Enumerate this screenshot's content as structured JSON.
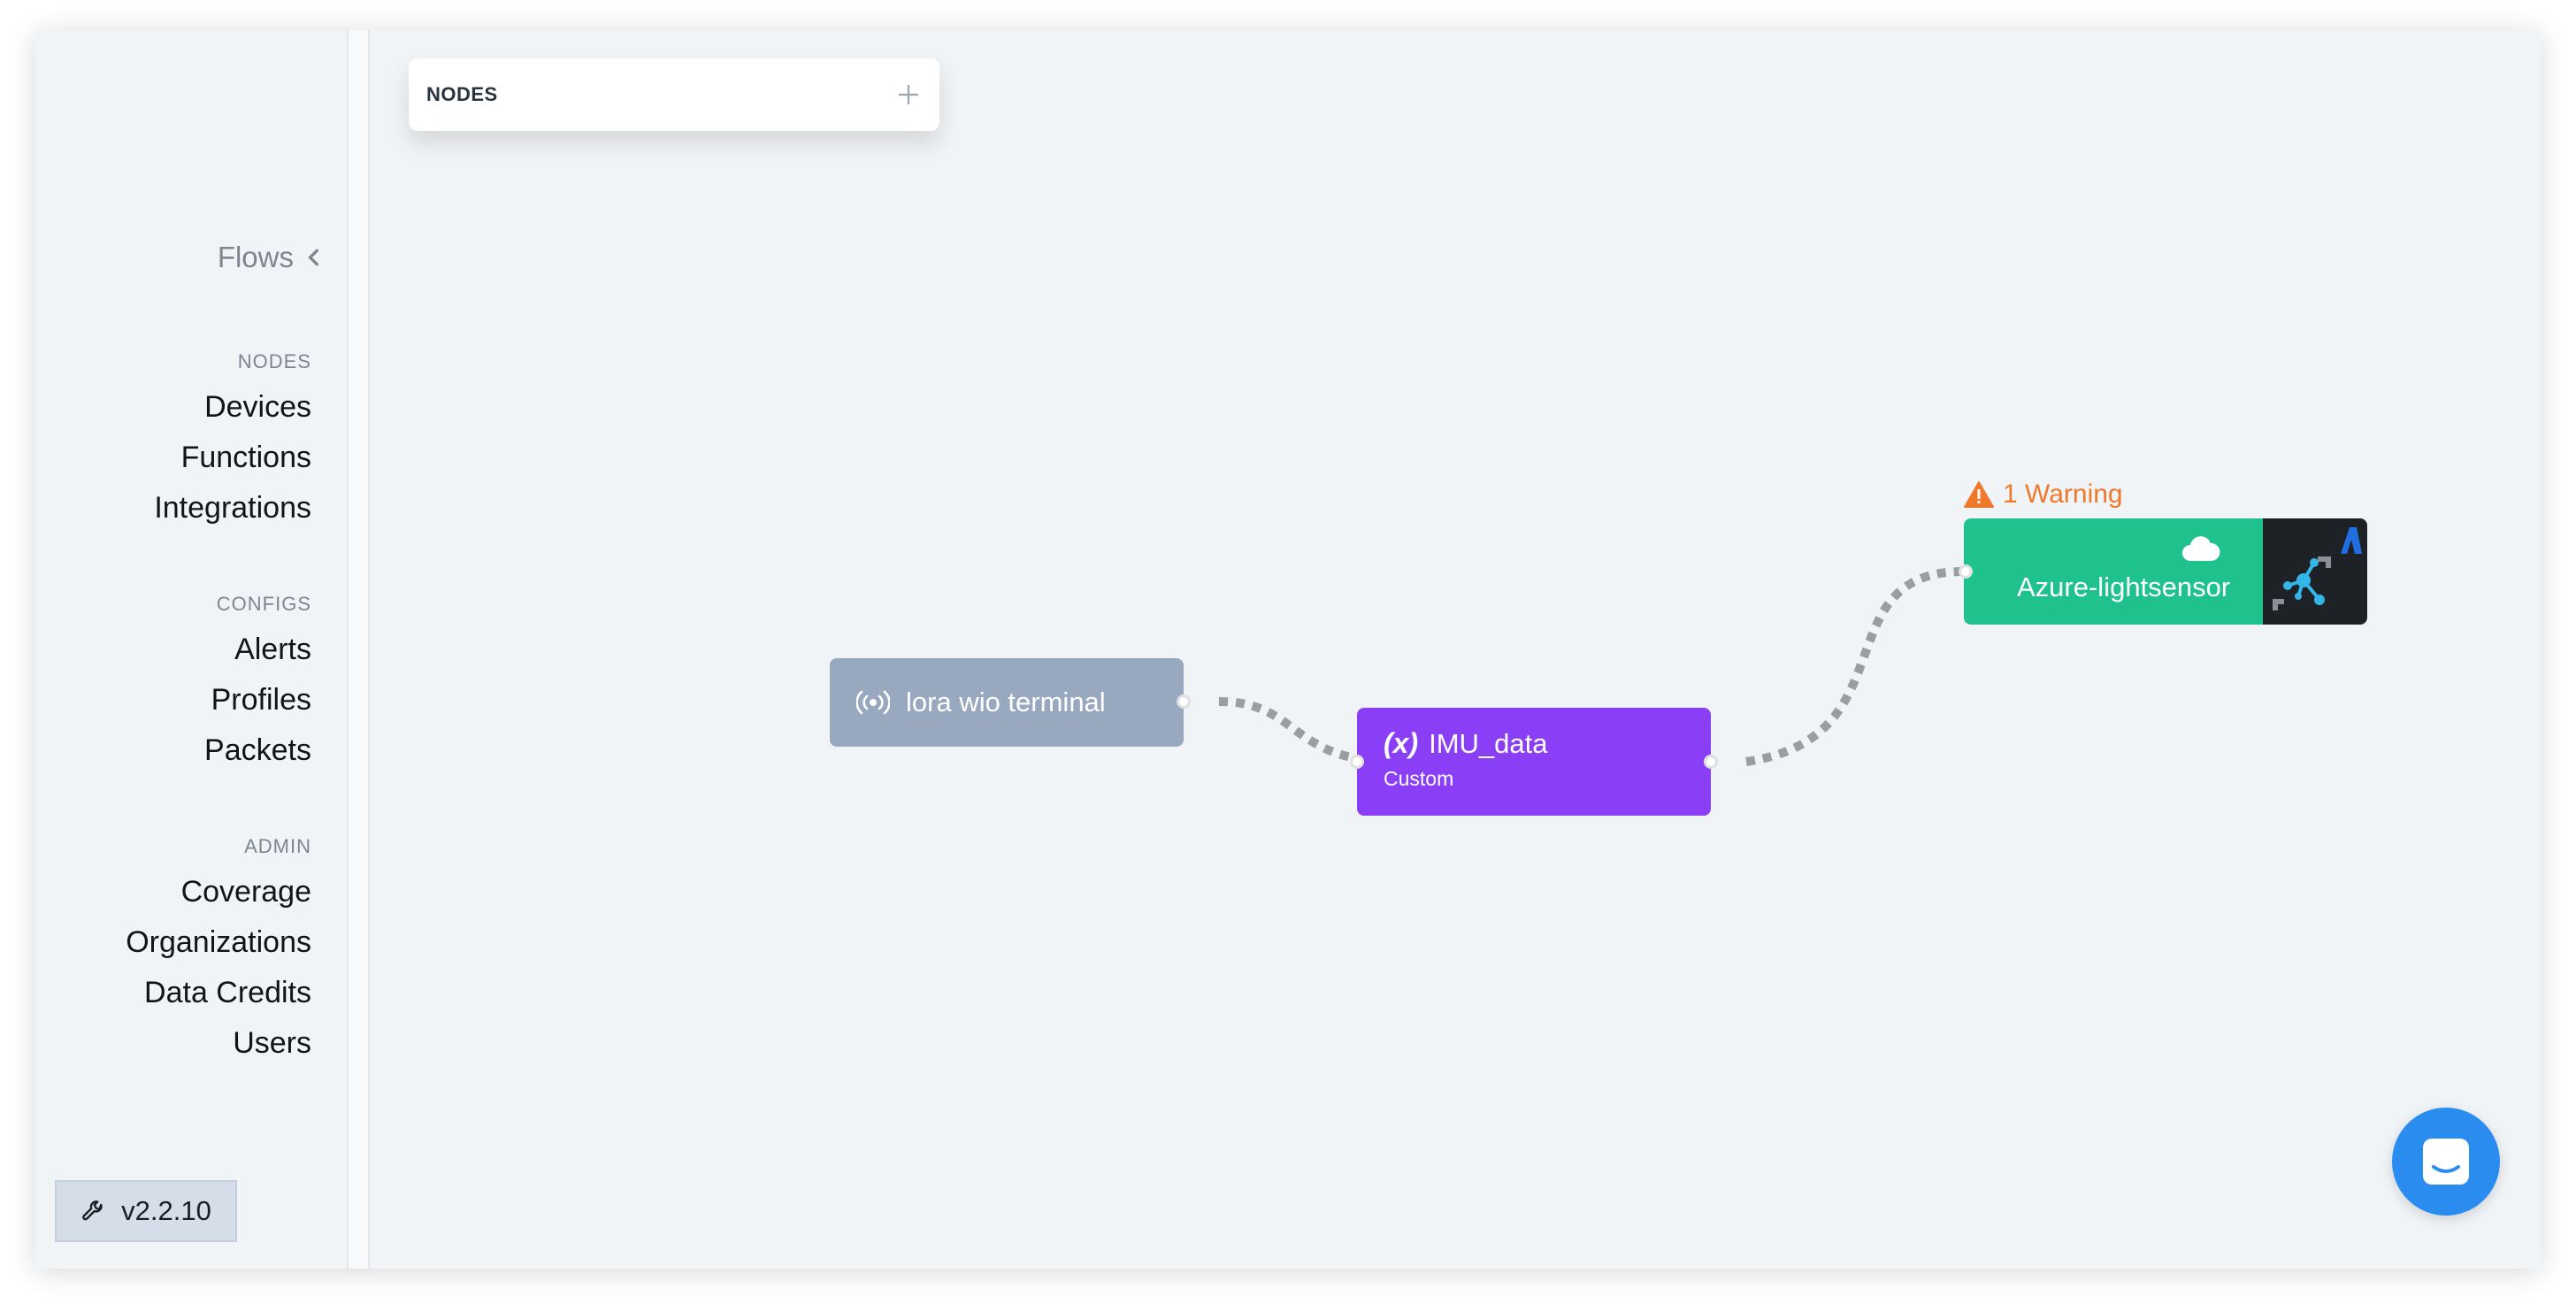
{
  "sidebar": {
    "title": "Flows",
    "sections": [
      {
        "label": "NODES",
        "items": [
          "Devices",
          "Functions",
          "Integrations"
        ]
      },
      {
        "label": "CONFIGS",
        "items": [
          "Alerts",
          "Profiles",
          "Packets"
        ]
      },
      {
        "label": "ADMIN",
        "items": [
          "Coverage",
          "Organizations",
          "Data Credits",
          "Users"
        ]
      }
    ],
    "version": "v2.2.10"
  },
  "nodes_panel": {
    "label": "NODES"
  },
  "flow": {
    "device": {
      "name": "lora wio terminal",
      "icon": "broadcast-icon",
      "color": "#97a8bf"
    },
    "function": {
      "name": "IMU_data",
      "subtitle": "Custom",
      "icon": "fx-icon",
      "icon_text": "(x)",
      "color": "#8a3ff6"
    },
    "integration": {
      "name": "Azure-lightsensor",
      "icon": "cloud-icon",
      "logo": "azure-iot-hub-logo",
      "color": "#1fc28d"
    },
    "warning": "1 Warning",
    "warning_color": "#f0782a"
  }
}
